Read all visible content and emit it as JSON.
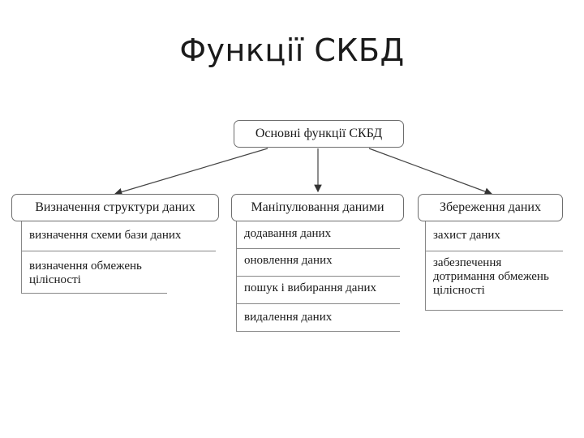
{
  "title": "Функції СКБД",
  "root": {
    "label": "Основні функції СКБД"
  },
  "categories": [
    {
      "label": "Визначення структури даних",
      "items": [
        "визначення схеми бази даних",
        "визначення обмежень цілісності"
      ]
    },
    {
      "label": "Маніпулювання даними",
      "items": [
        "додавання даних",
        "оновлення даних",
        "пошук і вибирання даних",
        "видалення даних"
      ]
    },
    {
      "label": "Збереження даних",
      "items": [
        "захист даних",
        "забезпечення дотримання обмежень цілісності"
      ]
    }
  ]
}
